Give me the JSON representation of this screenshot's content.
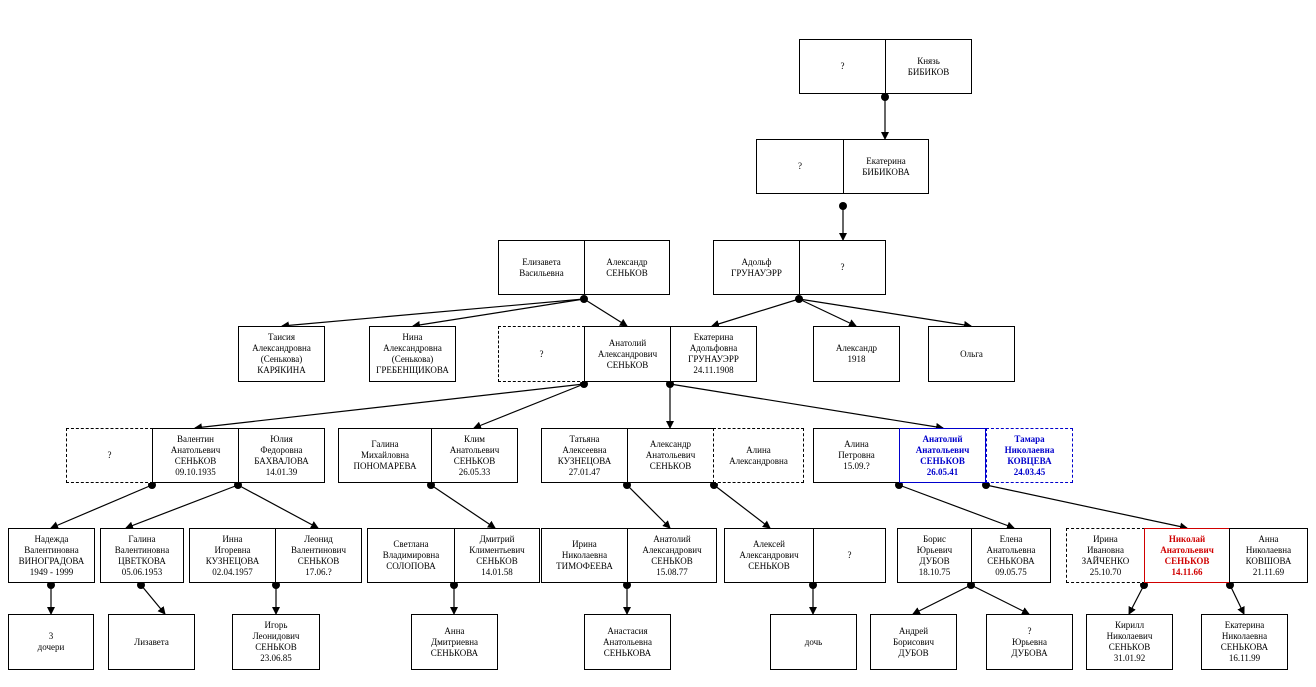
{
  "people": {
    "p01": "?",
    "p02": "Князь\nБИБИКОВ",
    "p03": "?",
    "p04": "Екатерина\nБИБИКОВА",
    "p05": "Елизавета\nВасильевна",
    "p06": "Александр\nСЕНЬКОВ",
    "p07": "Адольф\nГРУНАУЭРР",
    "p08": "?",
    "p09": "Таисия\nАлександровна\n(Сенькова)\nКАРЯКИНА",
    "p10": "Нина\nАлександровна\n(Сенькова)\nГРЕБЕНЩИКОВА",
    "p11": "?",
    "p12": "Анатолий\nАлександрович\nСЕНЬКОВ",
    "p13": "Екатерина\nАдольфовна\nГРУНАУЭРР\n24.11.1908",
    "p14": "Александр\n1918",
    "p15": "Ольга",
    "p16": "?",
    "p17": "Валентин\nАнатольевич\nСЕНЬКОВ\n09.10.1935",
    "p18": "Юлия\nФедоровна\nБАХВАЛОВА\n14.01.39",
    "p19": "Галина\nМихайловна\nПОНОМАРЕВА",
    "p20": "Клим\nАнатольевич\nСЕНЬКОВ\n26.05.33",
    "p21": "Татьяна\nАлексеевна\nКУЗНЕЦОВА\n27.01.47",
    "p22": "Александр\nАнатольевич\nСЕНЬКОВ",
    "p23": "Алина\nАлександровна",
    "p24": "Алина\nПетровна\n15.09.?",
    "p25": "Анатолий\nАнатольевич\nСЕНЬКОВ\n26.05.41",
    "p26": "Тамара\nНиколаевна\nКОВЦЕВА\n24.03.45",
    "p27": "Надежда\nВалентиновна\nВИНОГРАДОВА\n1949 - 1999",
    "p28": "Галина\nВалентиновна\nЦВЕТКОВА\n05.06.1953",
    "p29": "Инна\nИгоревна\nКУЗНЕЦОВА\n02.04.1957",
    "p30": "Леонид\nВалентинович\nСЕНЬКОВ\n17.06.?",
    "p31": "Светлана\nВладимировна\nСОЛОПОВА",
    "p32": "Дмитрий\nКлиментьевич\nСЕНЬКОВ\n14.01.58",
    "p33": "Ирина\nНиколаевна\nТИМОФЕЕВА",
    "p34": "Анатолий\nАлександрович\nСЕНЬКОВ\n15.08.77",
    "p35": "Алексей\nАлександрович\nСЕНЬКОВ",
    "p36": "?",
    "p37": "Борис\nЮрьевич\nДУБОВ\n18.10.75",
    "p38": "Елена\nАнатольевна\nСЕНЬКОВА\n09.05.75",
    "p39": "Ирина\nИвановна\nЗАЙЧЕНКО\n25.10.70",
    "p40": "Николай\nАнатольевич\nСЕНЬКОВ\n14.11.66",
    "p41": "Анна\nНиколаевна\nКОВШОВА\n21.11.69",
    "p42": "3\nдочери",
    "p43": "Лизавета",
    "p44": "Игорь\nЛеонидович\nСЕНЬКОВ\n23.06.85",
    "p45": "Анна\nДмитриевна\nСЕНЬКОВА",
    "p46": "Анастасия\nАнатольевна\nСЕНЬКОВА",
    "p47": "дочь",
    "p48": "Андрей\nБорисович\nДУБОВ",
    "p49": "?\nЮрьевна\nДУБОВА",
    "p50": "Кирилл\nНиколаевич\nСЕНЬКОВ\n31.01.92",
    "p51": "Екатерина\nНиколаевна\nСЕНЬКОВА\n16.11.99"
  },
  "colors": {
    "line": "#000000",
    "highlight_red": "#d00000",
    "highlight_blue": "#0000cc"
  }
}
